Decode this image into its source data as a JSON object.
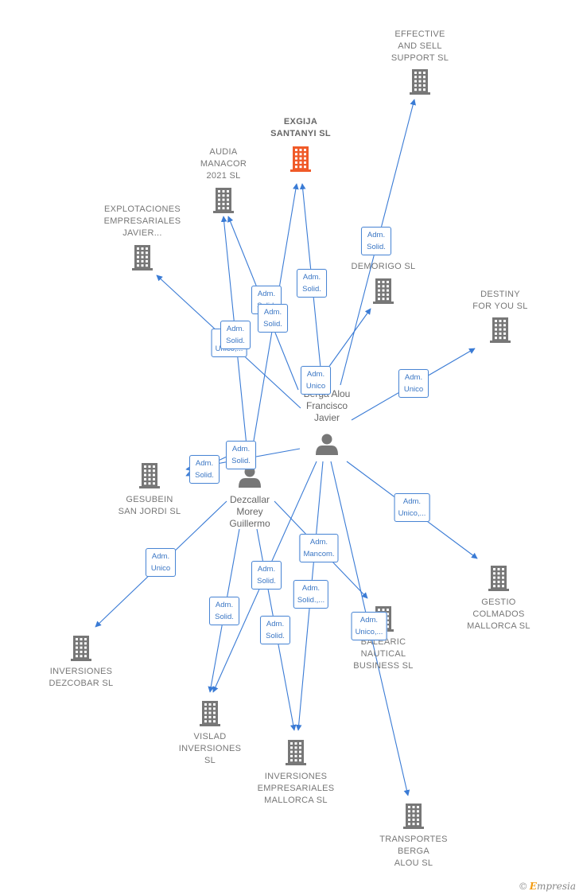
{
  "companies": [
    {
      "id": "effective",
      "label": "EFFECTIVE\nAND SELL\nSUPPORT  SL",
      "highlight": false
    },
    {
      "id": "exgija",
      "label": "EXGIJA\nSANTANYI  SL",
      "highlight": true
    },
    {
      "id": "audia",
      "label": "AUDIA\nMANACOR\n2021  SL",
      "highlight": false
    },
    {
      "id": "explotaciones",
      "label": "EXPLOTACIONES\nEMPRESARIALES\nJAVIER...",
      "highlight": false
    },
    {
      "id": "demorigo",
      "label": "DEMORIGO SL",
      "highlight": false
    },
    {
      "id": "destiny",
      "label": "DESTINY\nFOR YOU  SL",
      "highlight": false
    },
    {
      "id": "gesubein",
      "label": "GESUBEIN\nSAN JORDI  SL",
      "highlight": false
    },
    {
      "id": "gestio",
      "label": "GESTIO\nCOLMADOS\nMALLORCA  SL",
      "highlight": false
    },
    {
      "id": "balearic",
      "label": "BALEARIC\nNAUTICAL\nBUSINESS  SL",
      "highlight": false
    },
    {
      "id": "dezcobar",
      "label": "INVERSIONES\nDEZCOBAR  SL",
      "highlight": false
    },
    {
      "id": "vislad",
      "label": "VISLAD\nINVERSIONES\nSL",
      "highlight": false
    },
    {
      "id": "invmallorca",
      "label": "INVERSIONES\nEMPRESARIALES\nMALLORCA  SL",
      "highlight": false
    },
    {
      "id": "transportes",
      "label": "TRANSPORTES\nBERGA\nALOU  SL",
      "highlight": false
    }
  ],
  "persons": [
    {
      "id": "berga",
      "label": "Berga Alou\nFrancisco\nJavier"
    },
    {
      "id": "dezcallar",
      "label": "Dezcallar\nMorey\nGuillermo"
    }
  ],
  "edges": [
    {
      "from": "berga",
      "to": "effective",
      "label": "Adm.\nSolid."
    },
    {
      "from": "berga",
      "to": "exgija",
      "label": "Adm.\nSolid."
    },
    {
      "from": "berga",
      "to": "audia",
      "label": "Adm.\nSolid."
    },
    {
      "from": "berga",
      "to": "explotaciones",
      "label": "Adm.\nUnico,..."
    },
    {
      "from": "berga",
      "to": "demorigo",
      "label": "Adm.\nUnico"
    },
    {
      "from": "berga",
      "to": "destiny",
      "label": "Adm.\nUnico"
    },
    {
      "from": "berga",
      "to": "gesubein",
      "label": "Adm.\nSolid."
    },
    {
      "from": "berga",
      "to": "gestio",
      "label": "Adm.\nUnico,..."
    },
    {
      "from": "berga",
      "to": "vislad",
      "label": "Adm.\nSolid."
    },
    {
      "from": "berga",
      "to": "invmallorca",
      "label": "Adm.\nSolid.,..."
    },
    {
      "from": "berga",
      "to": "transportes",
      "label": "Adm.\nUnico,..."
    },
    {
      "from": "dezcallar",
      "to": "exgija",
      "label": "Adm.\nSolid."
    },
    {
      "from": "dezcallar",
      "to": "audia",
      "label": "Adm.\nSolid."
    },
    {
      "from": "dezcallar",
      "to": "gesubein",
      "label": "Adm.\nSolid."
    },
    {
      "from": "dezcallar",
      "to": "dezcobar",
      "label": "Adm.\nUnico"
    },
    {
      "from": "dezcallar",
      "to": "vislad",
      "label": "Adm.\nSolid."
    },
    {
      "from": "dezcallar",
      "to": "invmallorca",
      "label": "Adm.\nSolid."
    },
    {
      "from": "dezcallar",
      "to": "balearic",
      "label": "Adm.\nMancom."
    }
  ],
  "colors": {
    "edge": "#3a7bd5",
    "building": "#777777",
    "building_highlight": "#f05a28",
    "person": "#777777",
    "text": "#777777"
  },
  "footer": {
    "copyright": "©",
    "brand_initial": "E",
    "brand_rest": "mpresia"
  }
}
